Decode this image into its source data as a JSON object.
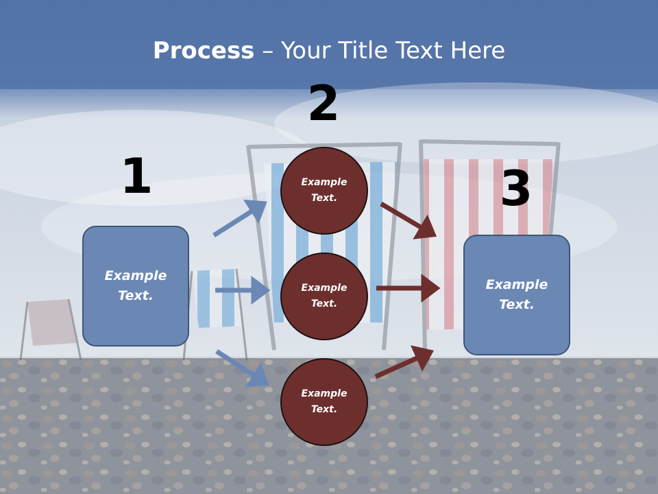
{
  "title": {
    "bold": "Process",
    "rest": " – Your Title Text Here"
  },
  "steps": {
    "one": "1",
    "two": "2",
    "three": "3"
  },
  "left_box": {
    "text": "Example Text."
  },
  "right_box": {
    "text": "Example Text."
  },
  "circles": [
    {
      "text": "Example Text."
    },
    {
      "text": "Example Text."
    },
    {
      "text": "Example Text."
    }
  ],
  "colors": {
    "title_band": "#4f6fa3",
    "box_fill": "#6b88b5",
    "circle_fill": "#6d2f2d",
    "arrow_blue": "#6b88b5",
    "arrow_red": "#6d2f2d"
  }
}
